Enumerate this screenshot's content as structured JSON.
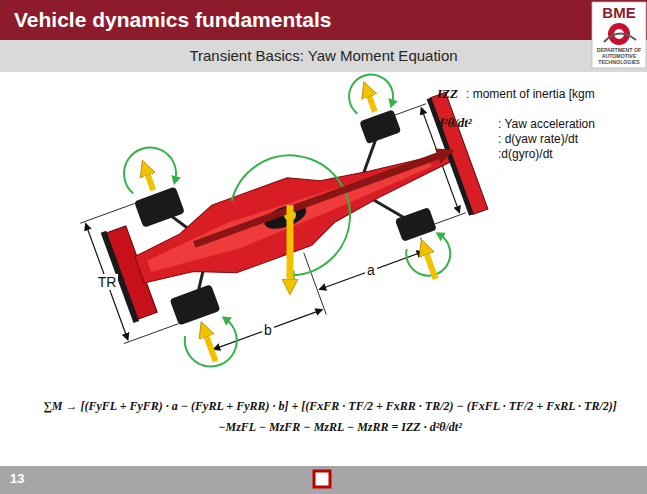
{
  "diagram": {
    "title": "Vehicle dynamics fundamentals",
    "nodes": [
      {
        "text": [
          "Transient Basics: Yaw Moment Equation"
        ]
      },
      {
        "text": [
          "BME",
          "DEPARTMENT OF AUTOMOTIVE TECHNOLOGIES"
        ]
      }
    ],
    "labels": [
      "IZZ",
      ": moment of inertia [kgm",
      "d²θ/dt²",
      ": Yaw acceleration",
      ": d(yaw rate)/dt",
      ":d(gyro)/dt",
      "TR",
      "a",
      "b",
      "∑M → [(FyFL + FyFR) · a − (FyRL + FyRR) · b] + [(FxFR · TF/2 + FxRR · TR/2) − (FxFL · TF/2 + FxRL · TR/2)]",
      "−MzFL − MzFR − MzRL − MzRR = IZZ · d²θ/dt²",
      "13"
    ]
  }
}
